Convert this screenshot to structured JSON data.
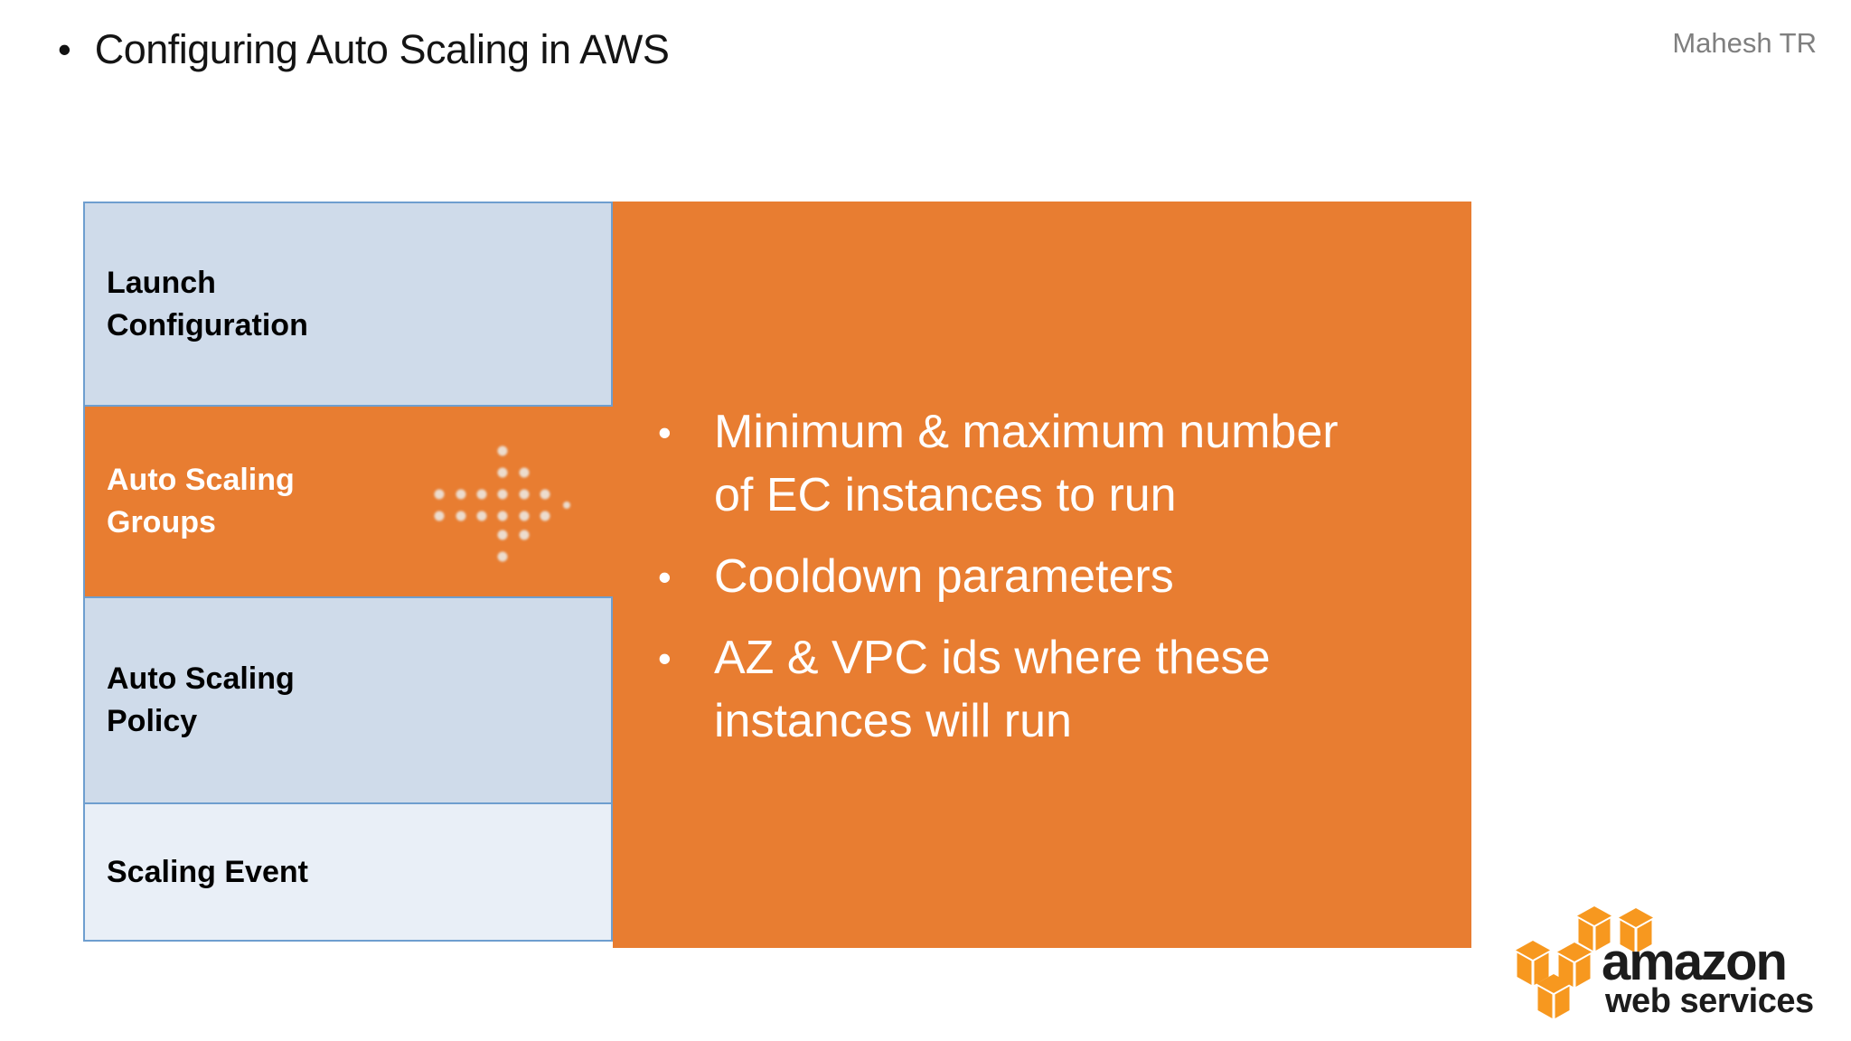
{
  "slide": {
    "title": "Configuring Auto Scaling in AWS",
    "author": "Mahesh TR"
  },
  "sidebar": {
    "items": [
      {
        "label": "Launch Configuration",
        "state": "normal"
      },
      {
        "label": "Auto Scaling Groups",
        "state": "active"
      },
      {
        "label": "Auto Scaling Policy",
        "state": "normal"
      },
      {
        "label": "Scaling Event",
        "state": "normal"
      }
    ]
  },
  "content": {
    "bullets": [
      "Minimum & maximum number of EC instances to run",
      "Cooldown parameters",
      "AZ & VPC ids where these instances will run"
    ]
  },
  "logo": {
    "brand": "amazon",
    "sub": "web services"
  },
  "icons": {
    "arrow": "dotted-arrow-right-icon",
    "logo_cubes": "aws-cubes-icon"
  },
  "colors": {
    "panel_orange": "#E87D31",
    "box_blue": "#CFDBEA",
    "box_blue_light": "#E9EFF7",
    "border_blue": "#6E9ECF",
    "logo_orange": "#F7981F",
    "author_gray": "#7F7F7F",
    "title_black": "#141414",
    "bullet_white": "#FFFFFF"
  }
}
